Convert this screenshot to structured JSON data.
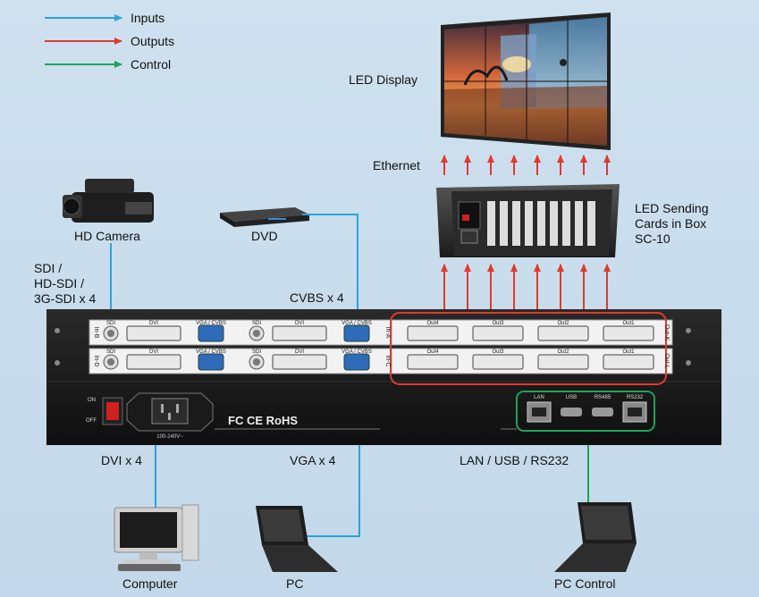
{
  "legend": {
    "inputs": {
      "label": "Inputs",
      "color": "#2aa4dc"
    },
    "outputs": {
      "label": "Outputs",
      "color": "#e03a2e"
    },
    "control": {
      "label": "Control",
      "color": "#1ea35a"
    }
  },
  "labels": {
    "led_display": "LED Display",
    "ethernet": "Ethernet",
    "led_sending": "LED Sending\nCards in Box\nSC-10",
    "hd_camera": "HD Camera",
    "dvd": "DVD",
    "sdi_group": "SDI /\nHD-SDI /\n3G-SDI x 4",
    "cvbs": "CVBS x 4",
    "dvi": "DVI x 4",
    "vga": "VGA x 4",
    "lan_usb": "LAN / USB / RS232",
    "computer": "Computer",
    "pc": "PC",
    "pc_control": "PC Control"
  },
  "panel": {
    "input_card_top": {
      "slot": "In-B",
      "ports": [
        "SDI",
        "DVI",
        "VGA / CVBS"
      ]
    },
    "input_card_top2": {
      "slot": "In-A",
      "ports": [
        "SDI",
        "DVI",
        "VGA / CVBS"
      ]
    },
    "input_card_bot": {
      "slot": "In-D",
      "ports": [
        "SDI",
        "DVI",
        "VGA / CVBS"
      ]
    },
    "input_card_bot2": {
      "slot": "In-C",
      "ports": [
        "SDI",
        "DVI",
        "VGA / CVBS"
      ]
    },
    "output_top": {
      "slot": "Out-K",
      "ports": [
        "Out4",
        "Out3",
        "Out2",
        "Out1"
      ]
    },
    "output_bot": {
      "slot": "Out-L",
      "ports": [
        "Out4",
        "Out3",
        "Out2",
        "Out1"
      ]
    },
    "power": {
      "on": "ON",
      "off": "OFF",
      "voltage": "100-240V~"
    },
    "cert": "FC CE RoHS",
    "control_ports": [
      "LAN",
      "USB",
      "RS485",
      "RS232"
    ]
  }
}
